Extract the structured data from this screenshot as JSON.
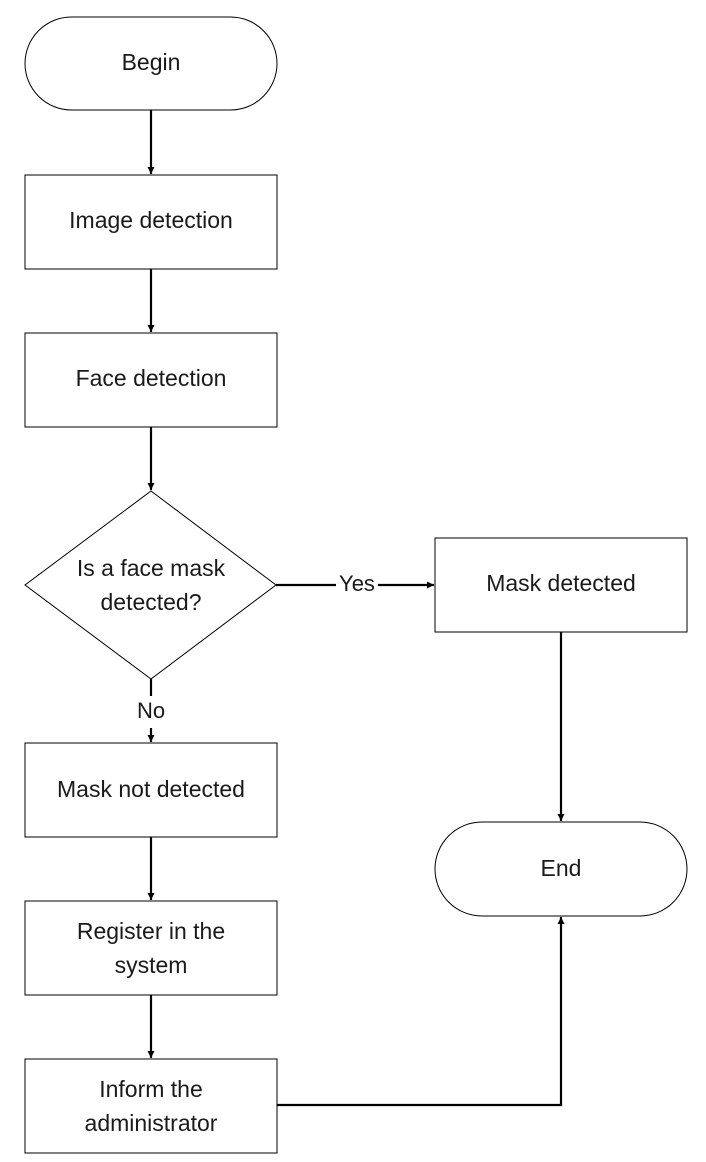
{
  "nodes": {
    "begin": "Begin",
    "image_detection": "Image detection",
    "face_detection": "Face detection",
    "decision": [
      "Is a face mask",
      "detected?"
    ],
    "mask_detected": "Mask detected",
    "mask_not_detected": "Mask not detected",
    "register": [
      "Register in the",
      "system"
    ],
    "inform": [
      "Inform the",
      "administrator"
    ],
    "end": "End"
  },
  "edges": {
    "yes_label": "Yes",
    "no_label": "No"
  }
}
